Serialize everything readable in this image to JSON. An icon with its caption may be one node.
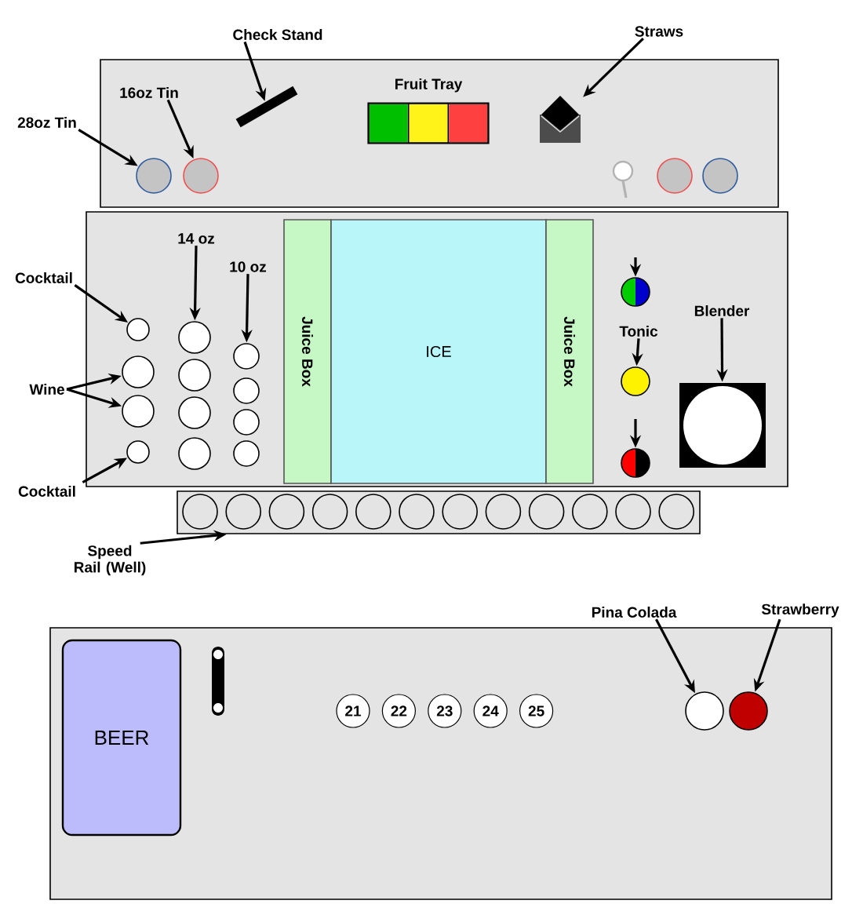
{
  "diagram": {
    "nodes": [
      {
        "text": [],
        "shape": "box"
      },
      {
        "text": [],
        "shape": "box"
      },
      {
        "text": [],
        "shape": "box"
      },
      {
        "text": [],
        "shape": "box"
      },
      {
        "text": [
          "Check Stand"
        ]
      },
      {
        "text": [],
        "shape": "bar",
        "in": 0
      },
      {
        "text": [
          "Fruit Tray"
        ],
        "in": 0
      },
      {
        "text": [
          "Straws"
        ]
      },
      {
        "text": [],
        "shape": "picture",
        "in": 0
      },
      {
        "text": [
          "28oz Tin"
        ]
      },
      {
        "text": [
          "16oz Tin"
        ],
        "in": 0
      },
      {
        "text": [],
        "shape": "circle",
        "in": 0
      },
      {
        "text": [],
        "shape": "circle",
        "in": 0
      },
      {
        "text": [],
        "shape": "circle",
        "in": 0
      },
      {
        "text": [],
        "shape": "circle",
        "in": 0
      },
      {
        "text": [
          "Cocktail"
        ]
      },
      {
        "text": [
          "Wine"
        ]
      },
      {
        "text": [
          "Cocktail"
        ]
      },
      {
        "text": [
          "14 oz"
        ],
        "in": 1
      },
      {
        "text": [
          "10 oz"
        ],
        "in": 1
      },
      {
        "text": [],
        "shape": "circle",
        "in": 1
      },
      {
        "text": [],
        "shape": "circle",
        "in": 1
      },
      {
        "text": [],
        "shape": "circle",
        "in": 1
      },
      {
        "text": [],
        "shape": "circle",
        "in": 1
      },
      {
        "text": [],
        "shape": "circle",
        "in": 1
      },
      {
        "text": [],
        "shape": "circle",
        "in": 1
      },
      {
        "text": [],
        "shape": "circle",
        "in": 1
      },
      {
        "text": [],
        "shape": "circle",
        "in": 1
      },
      {
        "text": [],
        "shape": "circle",
        "in": 1
      },
      {
        "text": [],
        "shape": "circle",
        "in": 1
      },
      {
        "text": [],
        "shape": "circle",
        "in": 1
      },
      {
        "text": [],
        "shape": "circle",
        "in": 1
      },
      {
        "text": [
          "Juice Box"
        ],
        "in": 1
      },
      {
        "text": [
          "ICE"
        ],
        "in": 1
      },
      {
        "text": [
          "Juice Box"
        ],
        "in": 1
      },
      {
        "text": [],
        "shape": "circle",
        "in": 1
      },
      {
        "text": [
          "Tonic"
        ],
        "in": 1
      },
      {
        "text": [],
        "shape": "circle",
        "in": 1
      },
      {
        "text": [],
        "shape": "circle",
        "in": 1
      },
      {
        "text": [
          "Blender"
        ],
        "in": 1
      },
      {
        "text": [],
        "shape": "box",
        "in": 1
      },
      {
        "text": [],
        "shape": "circle",
        "in": 2
      },
      {
        "text": [],
        "shape": "circle",
        "in": 2
      },
      {
        "text": [],
        "shape": "circle",
        "in": 2
      },
      {
        "text": [],
        "shape": "circle",
        "in": 2
      },
      {
        "text": [],
        "shape": "circle",
        "in": 2
      },
      {
        "text": [],
        "shape": "circle",
        "in": 2
      },
      {
        "text": [],
        "shape": "circle",
        "in": 2
      },
      {
        "text": [],
        "shape": "circle",
        "in": 2
      },
      {
        "text": [],
        "shape": "circle",
        "in": 2
      },
      {
        "text": [],
        "shape": "circle",
        "in": 2
      },
      {
        "text": [],
        "shape": "circle",
        "in": 2
      },
      {
        "text": [],
        "shape": "circle",
        "in": 2
      },
      {
        "text": [
          "Speed Rail (Well)"
        ]
      },
      {
        "text": [
          "BEER"
        ],
        "in": 3
      },
      {
        "text": [
          "21"
        ],
        "in": 3
      },
      {
        "text": [
          "22"
        ],
        "in": 3
      },
      {
        "text": [
          "23"
        ],
        "in": 3
      },
      {
        "text": [
          "24"
        ],
        "in": 3
      },
      {
        "text": [
          "25"
        ],
        "in": 3
      },
      {
        "text": [
          "Pina Colada"
        ]
      },
      {
        "text": [
          "Strawberry"
        ]
      },
      {
        "text": [],
        "shape": "circle",
        "in": 3
      },
      {
        "text": [],
        "shape": "circle",
        "in": 3
      }
    ],
    "edges": [
      {
        "from": 4,
        "to": 5,
        "arrow": "to"
      },
      {
        "from": 7,
        "to": 8,
        "arrow": "to"
      },
      {
        "from": 9,
        "to": 11,
        "arrow": "to"
      },
      {
        "from": 10,
        "to": 12,
        "arrow": "to"
      },
      {
        "from": 15,
        "to": 20,
        "arrow": "to"
      },
      {
        "from": 16,
        "to": 21,
        "arrow": "to"
      },
      {
        "from": 16,
        "to": 22,
        "arrow": "to"
      },
      {
        "from": 17,
        "to": 23,
        "arrow": "to"
      },
      {
        "from": 18,
        "to": 24,
        "arrow": "to"
      },
      {
        "from": 19,
        "to": 28,
        "arrow": "to"
      },
      {
        "from": null,
        "to": 35,
        "arrow": "to"
      },
      {
        "from": 36,
        "to": 37,
        "arrow": "to"
      },
      {
        "from": null,
        "to": 38,
        "arrow": "to"
      },
      {
        "from": 39,
        "to": 40,
        "arrow": "to"
      },
      {
        "from": 53,
        "to": 2,
        "arrow": "to"
      },
      {
        "from": 60,
        "to": 62,
        "arrow": "to"
      },
      {
        "from": 61,
        "to": 63,
        "arrow": "to"
      }
    ]
  }
}
